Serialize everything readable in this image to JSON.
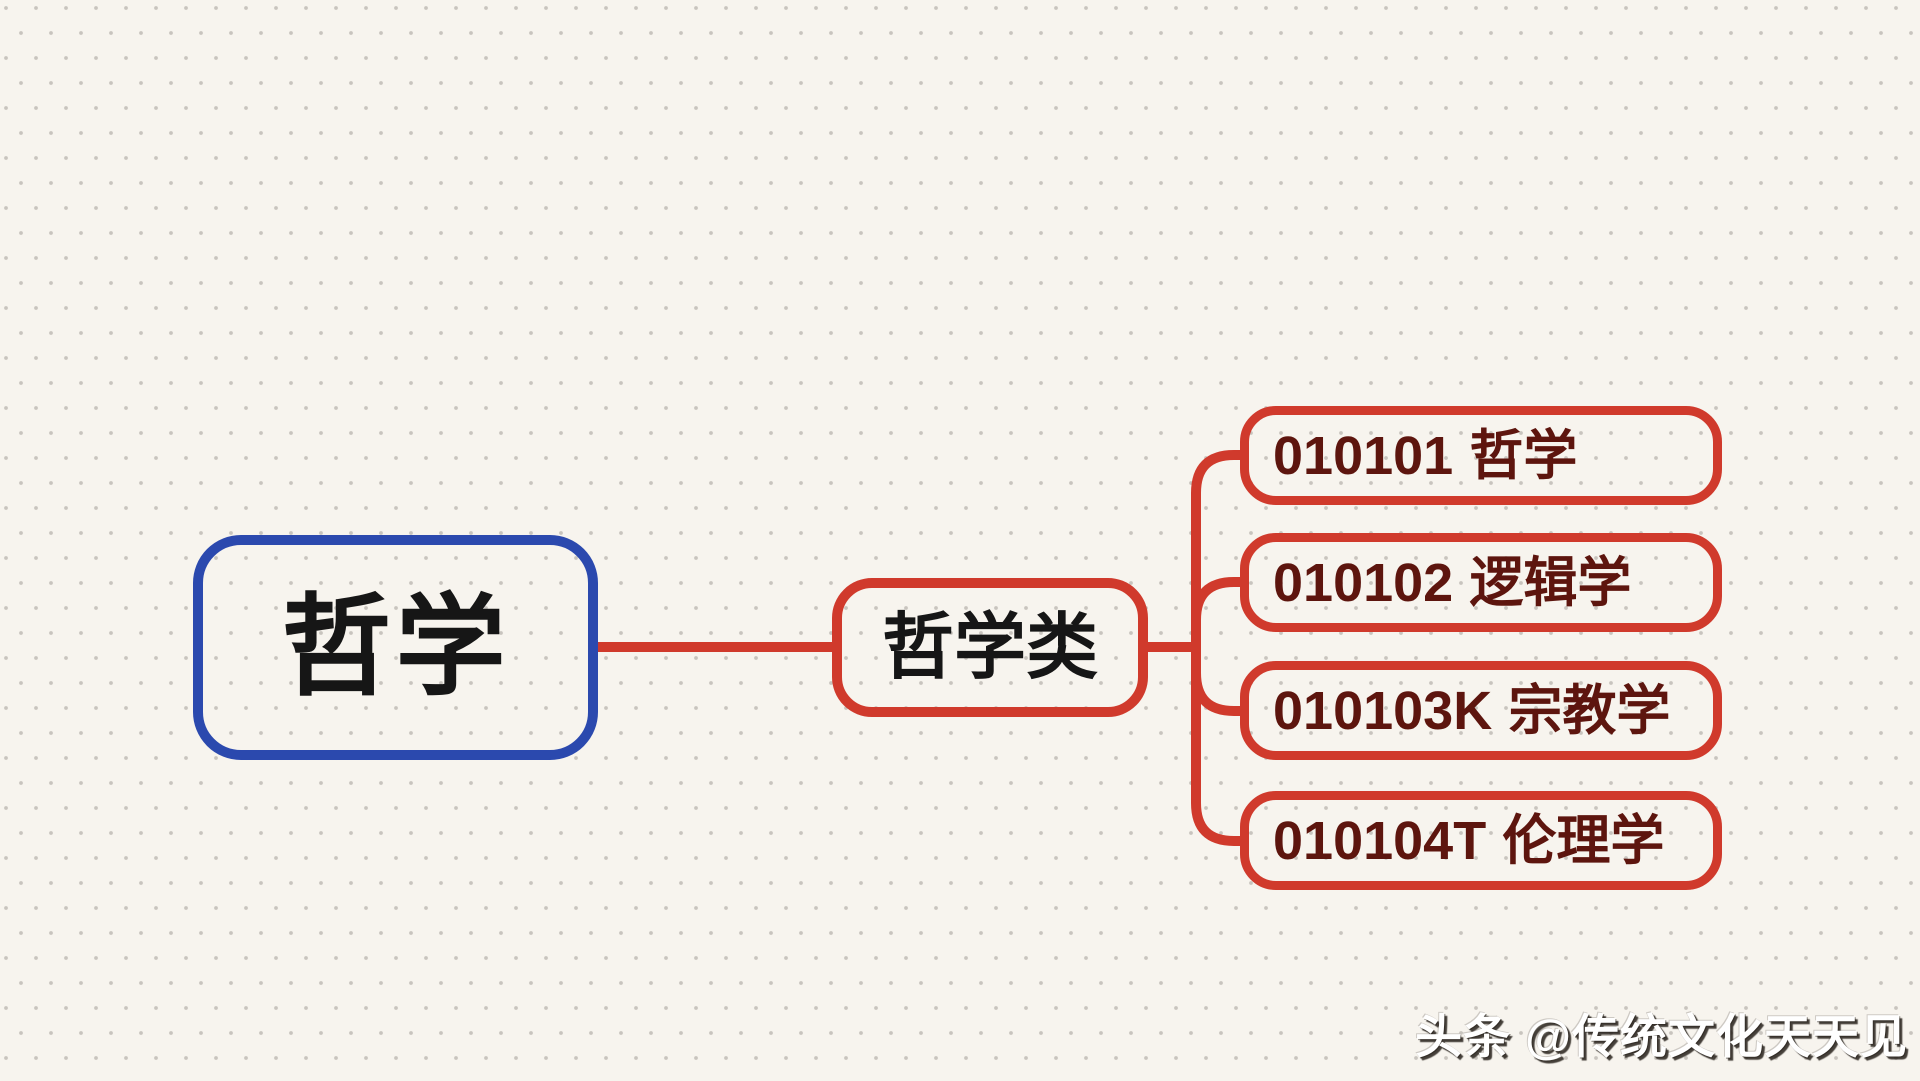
{
  "diagram": {
    "type": "mindmap",
    "background_color": "#f7f4ee",
    "dot_color": "#c8c4be",
    "colors": {
      "root_border": "#2b49ae",
      "branch_line": "#d03a2c",
      "child_border": "#d03a2c",
      "node_text_black": "#161616",
      "child_text_maroon": "#5d150e"
    },
    "root": {
      "label": "哲学"
    },
    "category": {
      "label": "哲学类"
    },
    "children": [
      {
        "code": "010101",
        "name": "哲学"
      },
      {
        "code": "010102",
        "name": "逻辑学"
      },
      {
        "code": "010103K",
        "name": "宗教学"
      },
      {
        "code": "010104T",
        "name": "伦理学"
      }
    ],
    "watermark": {
      "text": "头条 @传统文化天天见"
    }
  }
}
